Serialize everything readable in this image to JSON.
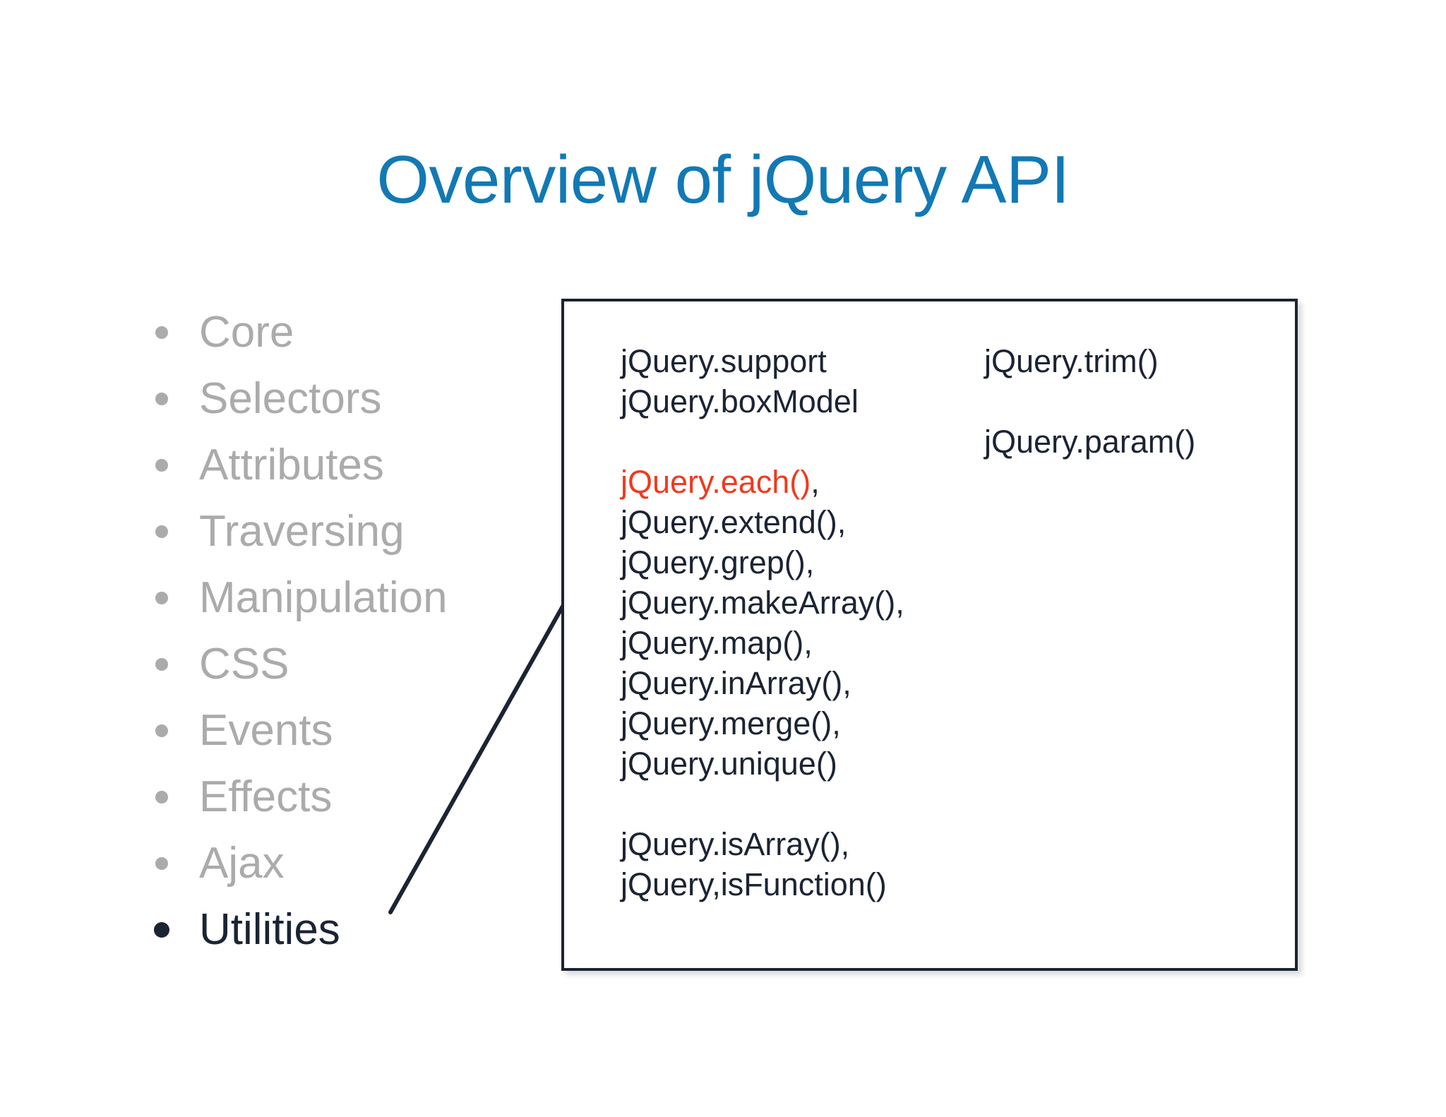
{
  "slide": {
    "title": "Overview of jQuery API",
    "title_color": "#1279B4"
  },
  "topics": {
    "muted_color": "#ABABAB",
    "active_color": "#1B2433",
    "items": [
      {
        "label": "Core",
        "active": false
      },
      {
        "label": "Selectors",
        "active": false
      },
      {
        "label": "Attributes",
        "active": false
      },
      {
        "label": "Traversing",
        "active": false
      },
      {
        "label": "Manipulation",
        "active": false
      },
      {
        "label": "CSS",
        "active": false
      },
      {
        "label": "Events",
        "active": false
      },
      {
        "label": "Effects",
        "active": false
      },
      {
        "label": "Ajax",
        "active": false
      },
      {
        "label": "Utilities",
        "active": true
      }
    ]
  },
  "callout": {
    "border_color": "#1B2433",
    "highlight_color": "#EE3B1E",
    "left_column": {
      "group1": [
        "jQuery.support",
        "jQuery.boxModel"
      ],
      "group2_highlight": "jQuery.each()",
      "group2_highlight_tail": ",",
      "group2_rest": [
        "jQuery.extend(),",
        "jQuery.grep(),",
        "jQuery.makeArray(),",
        "jQuery.map(),",
        "jQuery.inArray(),",
        "jQuery.merge(),",
        "jQuery.unique()"
      ],
      "group3": [
        "jQuery.isArray(),",
        "jQuery,isFunction()"
      ]
    },
    "right_column": {
      "group1": [
        "jQuery.trim()"
      ],
      "group2": [
        "jQuery.param()"
      ]
    }
  }
}
